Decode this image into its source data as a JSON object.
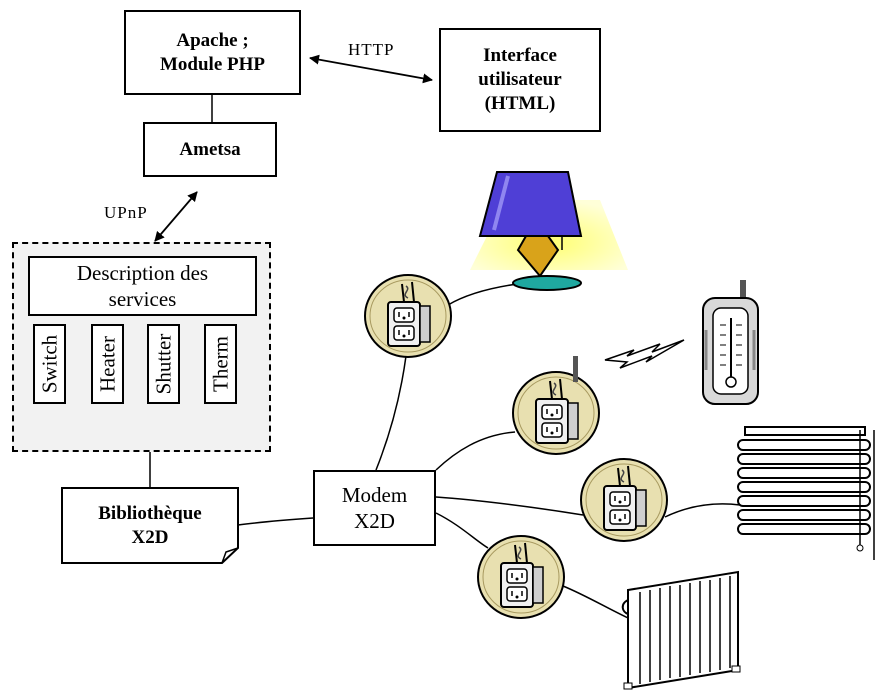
{
  "nodes": {
    "apache": "Apache ;\nModule PHP",
    "interface": "Interface\nutilisateur\n(HTML)",
    "ametsa": "Ametsa",
    "service_description": "Description des\nservices",
    "services": [
      "Switch",
      "Heater",
      "Shutter",
      "Therm"
    ],
    "library": "Bibliothèque\nX2D",
    "modem": "Modem\nX2D"
  },
  "edges": {
    "http_label": "HTTP",
    "upnp_label": "UPnP"
  },
  "icons": {
    "outlet": "power-outlet-module-icon",
    "lamp": "lamp-icon",
    "thermometer": "thermostat-icon",
    "shutter": "window-shutter-icon",
    "radiator": "radiator-icon",
    "wireless": "lightning-wireless-icon"
  },
  "colors": {
    "lamp_shade": "#4f3fd6",
    "lamp_base": "#d9a31a",
    "lamp_glow": "#ffff9a",
    "outlet_circle": "#e8e0b0",
    "group_fill": "#f2f2f2"
  }
}
